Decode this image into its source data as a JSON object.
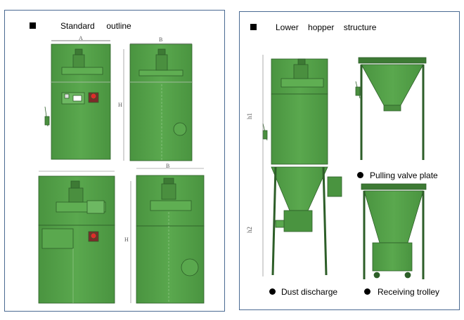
{
  "left_panel": {
    "heading": "Standard     outline",
    "dim_A": "A",
    "dim_B_top": "B",
    "dim_H_top": "H",
    "dim_B_bottom": "B",
    "dim_H_bottom": "H"
  },
  "right_panel": {
    "heading": "Lower    hopper    structure",
    "dim_h1": "h1",
    "dim_h2": "h2",
    "labels": {
      "pulling_valve_plate": "Pulling valve plate",
      "dust_discharge": "Dust discharge",
      "receiving_trolley": "Receiving trolley"
    }
  },
  "colors": {
    "body_green": "#4e9a43",
    "body_green_light": "#62ad55",
    "frame": "#4a6a92",
    "button_red": "#cc2020"
  }
}
